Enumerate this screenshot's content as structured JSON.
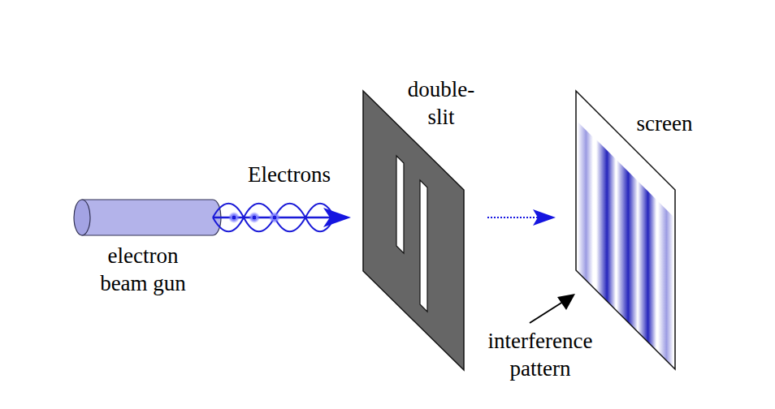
{
  "diagram": {
    "labels": [
      "electron beam gun",
      "Electrons",
      "double- slit",
      "screen",
      "interference pattern"
    ]
  }
}
